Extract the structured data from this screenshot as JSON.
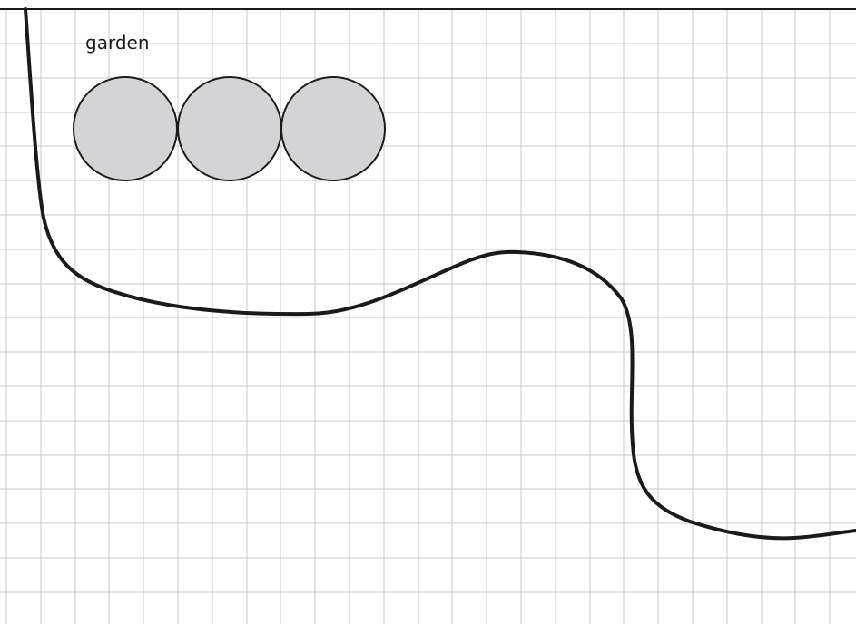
{
  "diagram": {
    "label": "garden",
    "circle_count": 3,
    "colors": {
      "grid": "#c8c8c8",
      "circle_fill": "#d4d4d6",
      "stroke": "#1a1a1a",
      "background": "#ffffff"
    },
    "icons": [
      "garden-circle",
      "winding-path"
    ]
  }
}
